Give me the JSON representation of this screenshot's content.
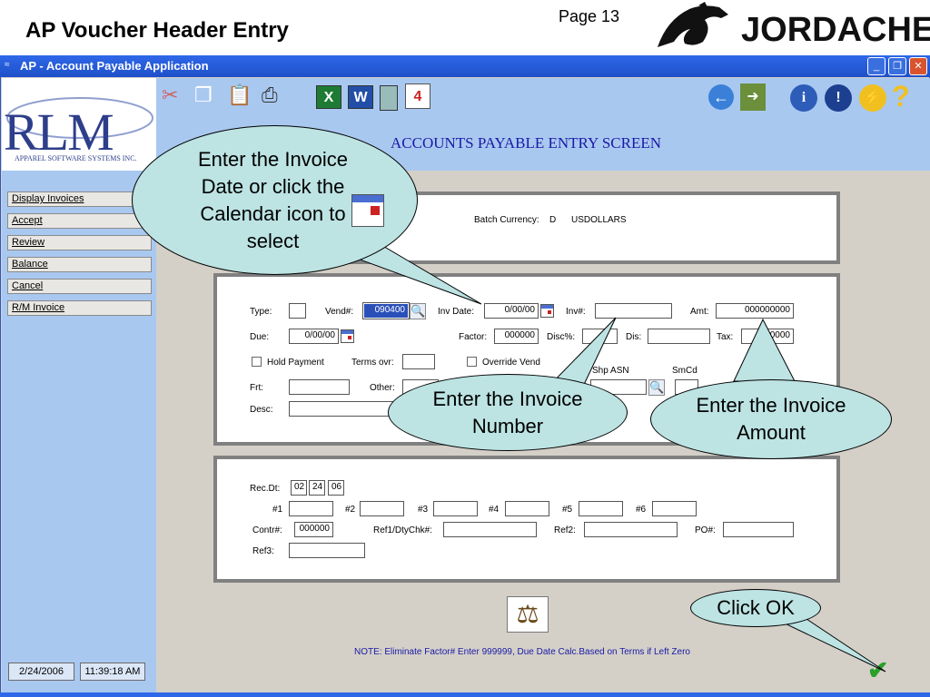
{
  "slide": {
    "title": "AP Voucher Header Entry",
    "page": "Page 13",
    "brand": "JORDACHE"
  },
  "window": {
    "title": "AP - Account Payable Application"
  },
  "logo": {
    "name": "RLM",
    "tagline": "APPAREL SOFTWARE SYSTEMS INC."
  },
  "screen_title": "ACCOUNTS PAYABLE ENTRY SCREEN",
  "sidebar": {
    "items": [
      "Display Invoices",
      "Accept",
      "Review",
      "Balance",
      "Cancel",
      "R/M Invoice"
    ]
  },
  "header_panel": {
    "batch_currency_label": "Batch Currency:",
    "batch_currency_code": "D",
    "batch_currency_value": "USDOLLARS"
  },
  "invoice": {
    "type_label": "Type:",
    "type_value": "",
    "vend_label": "Vend#:",
    "vend_value": "090400",
    "inv_date_label": "Inv Date:",
    "inv_date_value": "0/00/00",
    "inv_num_label": "Inv#:",
    "inv_num_value": "",
    "amt_label": "Amt:",
    "amt_value": "000000000",
    "due_label": "Due:",
    "due_value": "0/00/00",
    "factor_label": "Factor:",
    "factor_value": "000000",
    "disc_label": "Disc%:",
    "disc_value": "",
    "dis_label": "Dis:",
    "dis_value": "",
    "tax_label": "Tax:",
    "tax_value": "0 0000",
    "hold_label": "Hold Payment",
    "terms_label": "Terms ovr:",
    "terms_value": "",
    "override_label": "Override Vend",
    "shp_asn_label": "Shp ASN",
    "smcd_label": "SmCd",
    "frt_label": "Frt:",
    "frt_value": "",
    "other_label": "Other:",
    "other_value": "",
    "desc_label": "Desc:",
    "desc_value": ""
  },
  "refs": {
    "rec_dt_label": "Rec.Dt:",
    "rec_dt": [
      "02",
      "24",
      "06"
    ],
    "nums": [
      "#1",
      "#2",
      "#3",
      "#4",
      "#5",
      "#6"
    ],
    "contr_label": "Contr#:",
    "contr_value": "000000",
    "ref1_label": "Ref1/DtyChk#:",
    "ref1_value": "",
    "ref2_label": "Ref2:",
    "ref2_value": "",
    "po_label": "PO#:",
    "po_value": "",
    "ref3_label": "Ref3:",
    "ref3_value": ""
  },
  "note": "NOTE: Eliminate Factor# Enter 999999, Due Date Calc.Based on Terms if Left Zero",
  "status": {
    "date": "2/24/2006",
    "time": "11:39:18 AM"
  },
  "callouts": {
    "calendar": "Enter the Invoice Date or click the Calendar icon to select",
    "inv_num": "Enter the Invoice Number",
    "amount": "Enter the Invoice Amount",
    "ok": "Click OK"
  },
  "colors": {
    "titlebar": "#2e68e8",
    "sidebar": "#a9c8f0",
    "callout": "#bde3e3",
    "screen_title": "#1a1aa6"
  }
}
